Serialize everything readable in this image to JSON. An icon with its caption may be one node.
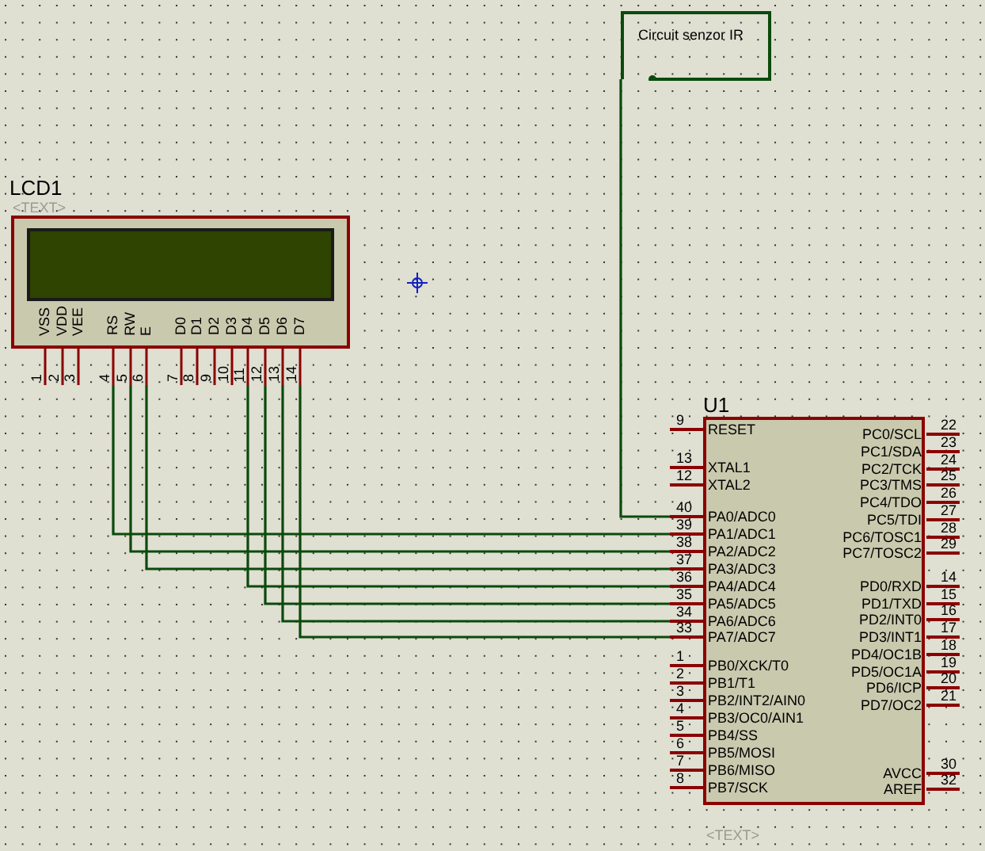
{
  "diagram": {
    "nodes": [
      {
        "text": [
          "Circuit senzor IR"
        ]
      },
      {
        "text": [
          "LCD1",
          "<TEXT>"
        ]
      },
      {
        "text": [],
        "shape": "box",
        "in": 1
      },
      {
        "text": [
          "VSS",
          "1"
        ]
      },
      {
        "text": [
          "VDD",
          "2"
        ]
      },
      {
        "text": [
          "VEE",
          "3"
        ]
      },
      {
        "text": [
          "RS",
          "4"
        ]
      },
      {
        "text": [
          "RW",
          "5"
        ]
      },
      {
        "text": [
          "E",
          "6"
        ]
      },
      {
        "text": [
          "D0",
          "7"
        ]
      },
      {
        "text": [
          "D1",
          "8"
        ]
      },
      {
        "text": [
          "D2",
          "9"
        ]
      },
      {
        "text": [
          "D3",
          "10"
        ]
      },
      {
        "text": [
          "D4",
          "11"
        ]
      },
      {
        "text": [
          "D5",
          "12"
        ]
      },
      {
        "text": [
          "D6",
          "13"
        ]
      },
      {
        "text": [
          "D7",
          "14"
        ]
      },
      {
        "text": [
          "U1",
          "<TEXT>"
        ]
      },
      {
        "text": [
          "RESET",
          "9"
        ]
      },
      {
        "text": [
          "XTAL1",
          "13"
        ]
      },
      {
        "text": [
          "XTAL2",
          "12"
        ]
      },
      {
        "text": [
          "PA0/ADC0",
          "40"
        ]
      },
      {
        "text": [
          "PA1/ADC1",
          "39"
        ]
      },
      {
        "text": [
          "PA2/ADC2",
          "38"
        ]
      },
      {
        "text": [
          "PA3/ADC3",
          "37"
        ]
      },
      {
        "text": [
          "PA4/ADC4",
          "36"
        ]
      },
      {
        "text": [
          "PA5/ADC5",
          "35"
        ]
      },
      {
        "text": [
          "PA6/ADC6",
          "34"
        ]
      },
      {
        "text": [
          "PA7/ADC7",
          "33"
        ]
      },
      {
        "text": [
          "PB0/XCK/T0",
          "1"
        ]
      },
      {
        "text": [
          "PB1/T1",
          "2"
        ]
      },
      {
        "text": [
          "PB2/INT2/AIN0",
          "3"
        ]
      },
      {
        "text": [
          "PB3/OC0/AIN1",
          "4"
        ]
      },
      {
        "text": [
          "PB4/SS",
          "5"
        ]
      },
      {
        "text": [
          "PB5/MOSI",
          "6"
        ]
      },
      {
        "text": [
          "PB6/MISO",
          "7"
        ]
      },
      {
        "text": [
          "PB7/SCK",
          "8"
        ]
      },
      {
        "text": [
          "PC0/SCL",
          "22"
        ]
      },
      {
        "text": [
          "PC1/SDA",
          "23"
        ]
      },
      {
        "text": [
          "PC2/TCK",
          "24"
        ]
      },
      {
        "text": [
          "PC3/TMS",
          "25"
        ]
      },
      {
        "text": [
          "PC4/TDO",
          "26"
        ]
      },
      {
        "text": [
          "PC5/TDI",
          "27"
        ]
      },
      {
        "text": [
          "PC6/TOSC1",
          "28"
        ]
      },
      {
        "text": [
          "PC7/TOSC2",
          "29"
        ]
      },
      {
        "text": [
          "PD0/RXD",
          "14"
        ]
      },
      {
        "text": [
          "PD1/TXD",
          "15"
        ]
      },
      {
        "text": [
          "PD2/INT0",
          "16"
        ]
      },
      {
        "text": [
          "PD3/INT1",
          "17"
        ]
      },
      {
        "text": [
          "PD4/OC1B",
          "18"
        ]
      },
      {
        "text": [
          "PD5/OC1A",
          "19"
        ]
      },
      {
        "text": [
          "PD6/ICP",
          "20"
        ]
      },
      {
        "text": [
          "PD7/OC2",
          "21"
        ]
      },
      {
        "text": [
          "AVCC",
          "30"
        ]
      },
      {
        "text": [
          "AREF",
          "32"
        ]
      }
    ],
    "edges": [
      {
        "from": 0,
        "to": 21,
        "arrow": "none"
      },
      {
        "from": 6,
        "to": 22,
        "arrow": "none"
      },
      {
        "from": 7,
        "to": 23,
        "arrow": "none"
      },
      {
        "from": 8,
        "to": 24,
        "arrow": "none"
      },
      {
        "from": 13,
        "to": 25,
        "arrow": "none"
      },
      {
        "from": 14,
        "to": 26,
        "arrow": "none"
      },
      {
        "from": 15,
        "to": 27,
        "arrow": "none"
      },
      {
        "from": 16,
        "to": 28,
        "arrow": "none"
      }
    ]
  }
}
